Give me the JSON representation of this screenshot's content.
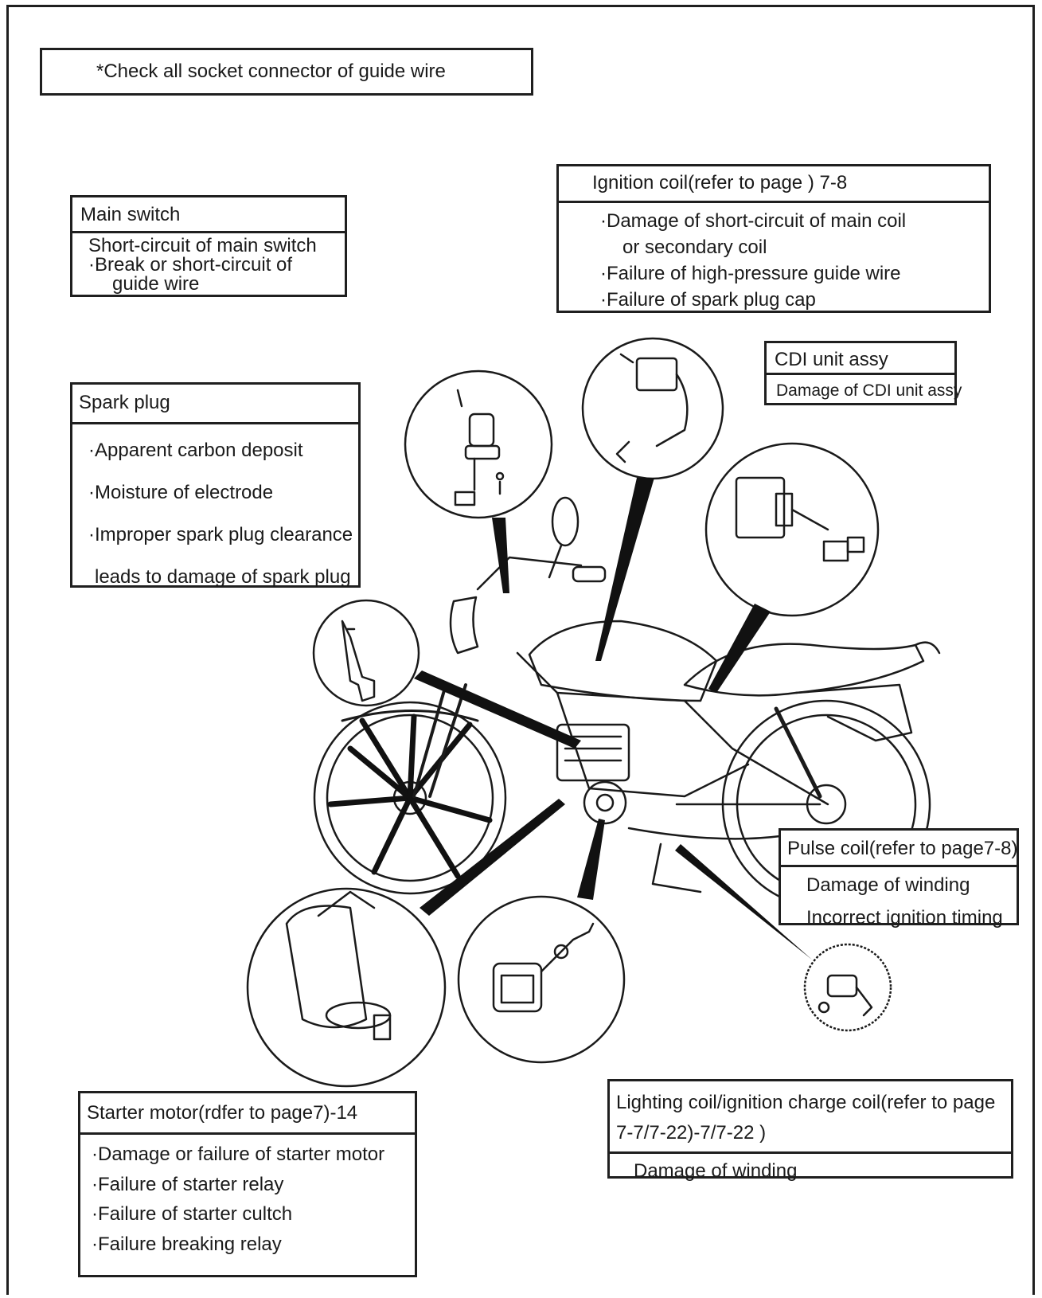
{
  "note": "*Check all socket connector of guide wire",
  "main_switch": {
    "title": "Main switch",
    "items": [
      "Short-circuit of main switch",
      "·Break or short-circuit of",
      "guide wire"
    ]
  },
  "ignition_coil": {
    "title": "Ignition coil(refer to page ) 7-8",
    "items": [
      "·Damage of short-circuit of main coil",
      "or secondary coil",
      "·Failure of high-pressure guide wire",
      "·Failure of spark plug cap"
    ]
  },
  "cdi": {
    "title": "CDI  unit assy",
    "items": [
      "Damage of CDI unit assy"
    ]
  },
  "spark_plug": {
    "title": "Spark plug",
    "items": [
      "·Apparent carbon deposit",
      "·Moisture of electrode",
      "·Improper spark plug clearance",
      "leads to damage of spark plug"
    ]
  },
  "pulse_coil": {
    "title": "Pulse coil(refer to page7-8)",
    "items": [
      "Damage of winding",
      "Incorrect ignition timing"
    ]
  },
  "starter_motor": {
    "title": "Starter motor(rdfer to page7)-14",
    "items": [
      "·Damage or failure of starter motor",
      "·Failure of starter relay",
      "·Failure of starter cultch",
      "·Failure breaking relay"
    ]
  },
  "lighting_coil": {
    "title_line1": "Lighting coil/ignition charge coil(refer to page",
    "title_line2": "7-7/7-22)-7/7-22  )",
    "items": [
      "Damage of winding"
    ]
  }
}
